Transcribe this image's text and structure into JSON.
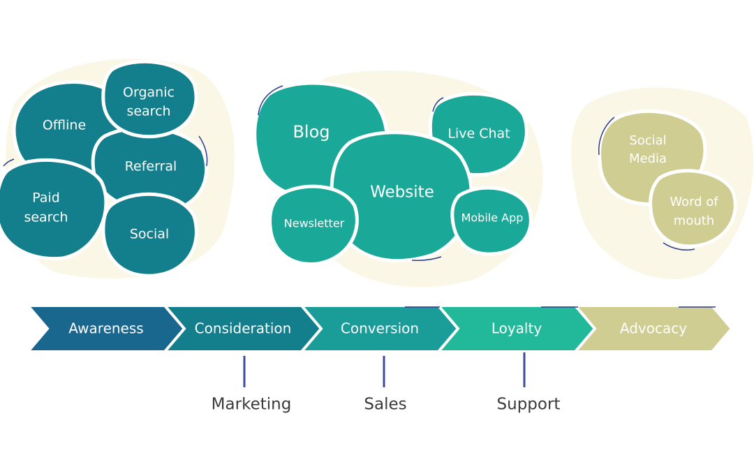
{
  "colors": {
    "bg_glow": "#fbf7e6",
    "dark_teal": "#137e8c",
    "mid_teal": "#1aa898",
    "olive": "#cfcd92",
    "outline": "#2a3a8c",
    "dept_text": "#3a3a3a",
    "divider": "#3b4ba0"
  },
  "clusters": {
    "awareness": {
      "offline": "Offline",
      "organic_line1": "Organic",
      "organic_line2": "search",
      "referral": "Referral",
      "paid_line1": "Paid",
      "paid_line2": "search",
      "social": "Social"
    },
    "conversion": {
      "blog": "Blog",
      "website": "Website",
      "live_chat": "Live Chat",
      "newsletter": "Newsletter",
      "mobile_app": "Mobile App"
    },
    "advocacy": {
      "social_line1": "Social",
      "social_line2": "Media",
      "wom_line1": "Word of",
      "wom_line2": "mouth"
    }
  },
  "stages": [
    {
      "label": "Awareness",
      "color": "#19668f"
    },
    {
      "label": "Consideration",
      "color": "#137e8c"
    },
    {
      "label": "Conversion",
      "color": "#1a9c98"
    },
    {
      "label": "Loyalty",
      "color": "#22b89a"
    },
    {
      "label": "Advocacy",
      "color": "#cfcd92"
    }
  ],
  "departments": {
    "marketing": "Marketing",
    "sales": "Sales",
    "support": "Support"
  }
}
